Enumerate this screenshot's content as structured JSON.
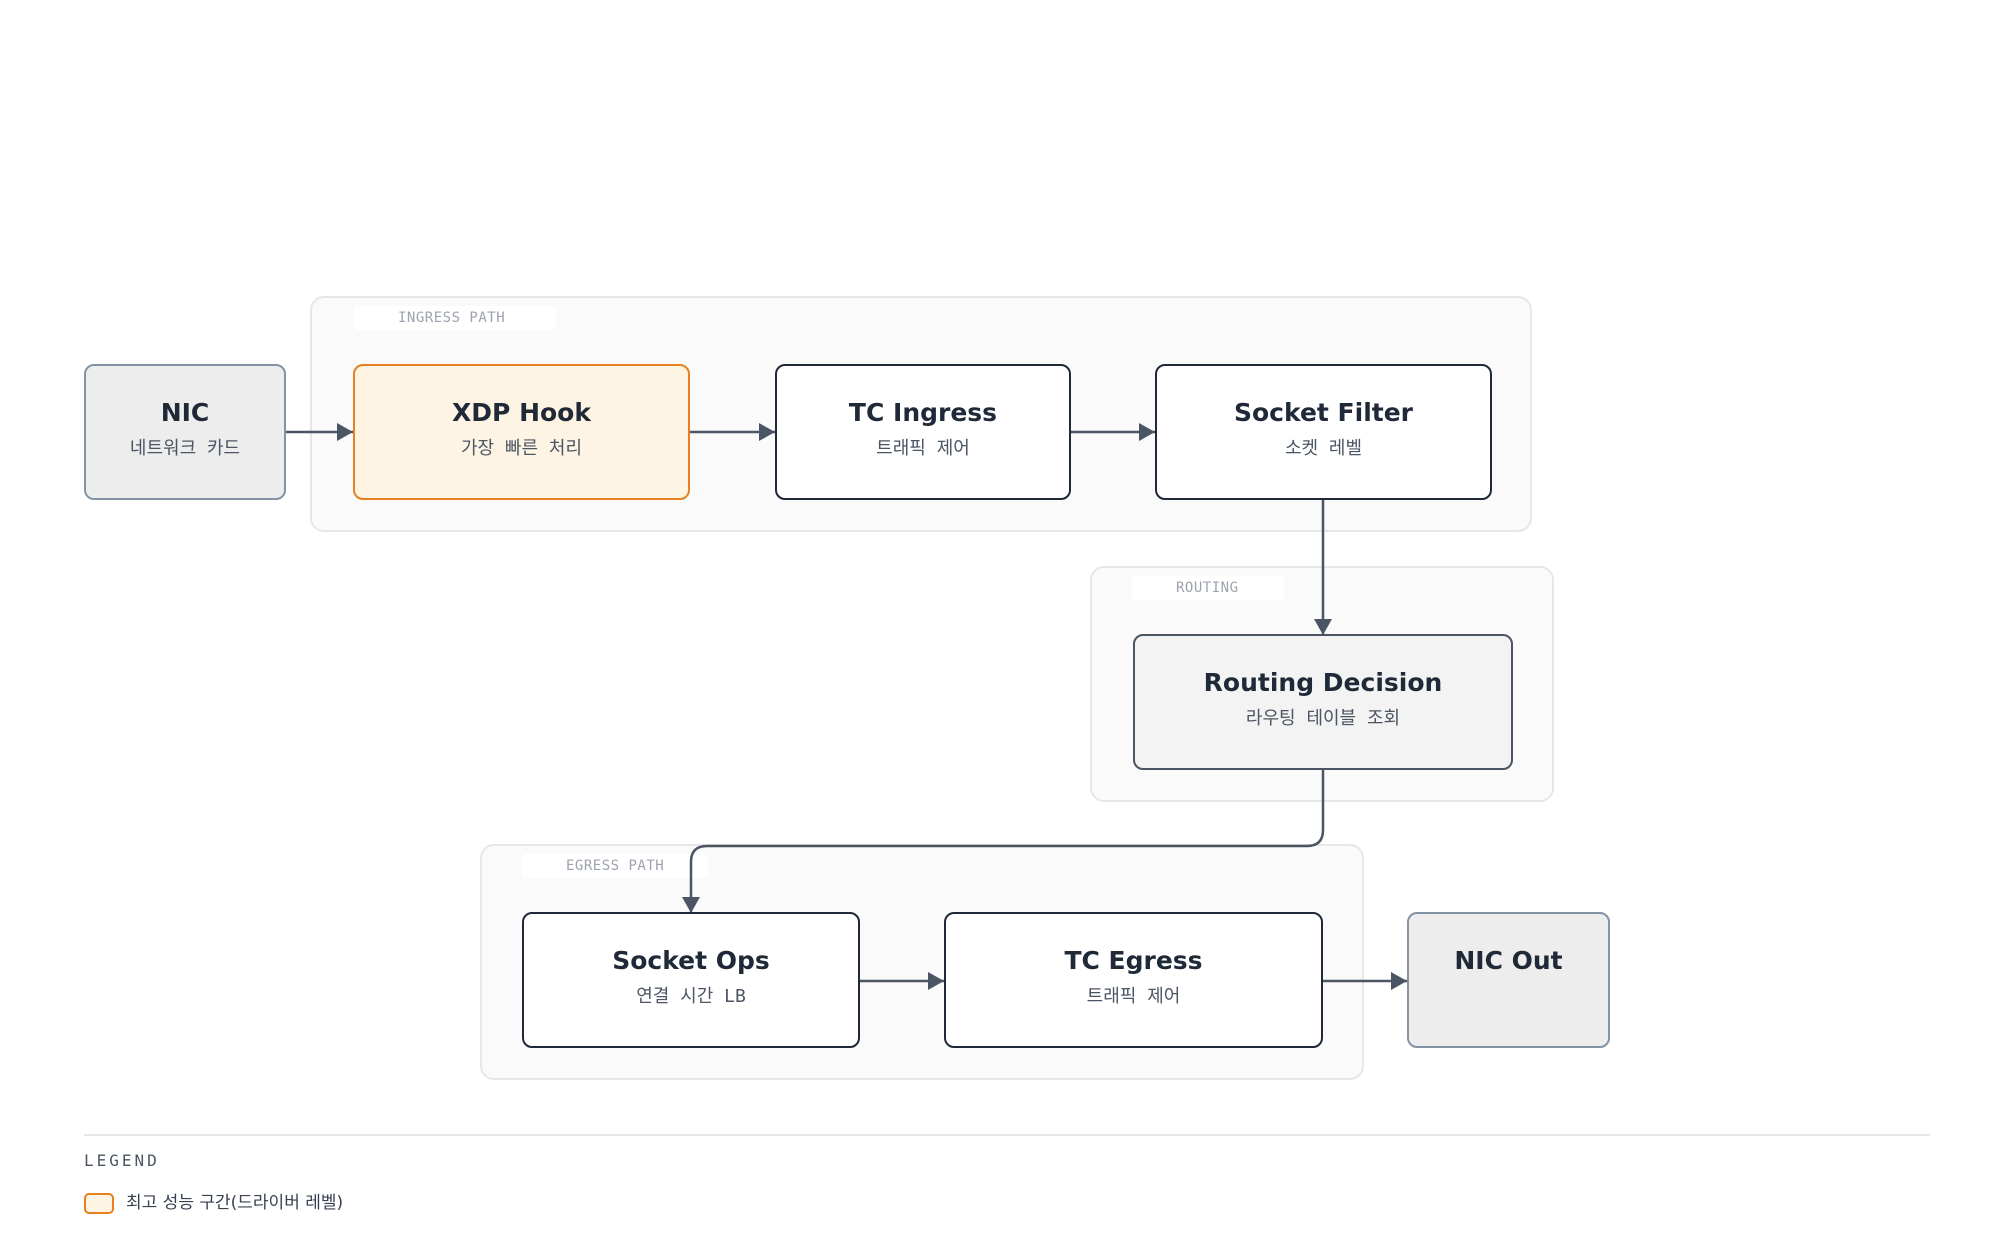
{
  "groups": {
    "ingress": {
      "label": "INGRESS PATH"
    },
    "routing": {
      "label": "ROUTING"
    },
    "egress": {
      "label": "EGRESS PATH"
    }
  },
  "nodes": {
    "nic": {
      "title": "NIC",
      "subtitle": "네트워크 카드"
    },
    "xdp_hook": {
      "title": "XDP Hook",
      "subtitle": "가장 빠른 처리"
    },
    "tc_ingress": {
      "title": "TC Ingress",
      "subtitle": "트래픽 제어"
    },
    "socket_filter": {
      "title": "Socket Filter",
      "subtitle": "소켓 레벨"
    },
    "routing_decision": {
      "title": "Routing Decision",
      "subtitle": "라우팅 테이블 조회"
    },
    "socket_ops": {
      "title": "Socket Ops",
      "subtitle": "연결 시간 LB"
    },
    "tc_egress": {
      "title": "TC Egress",
      "subtitle": "트래픽 제어"
    },
    "nic_out": {
      "title": "NIC Out",
      "subtitle": ""
    }
  },
  "edges": [
    {
      "from": "NIC",
      "to": "XDP Hook"
    },
    {
      "from": "XDP Hook",
      "to": "TC Ingress"
    },
    {
      "from": "TC Ingress",
      "to": "Socket Filter"
    },
    {
      "from": "Socket Filter",
      "to": "Routing Decision"
    },
    {
      "from": "Routing Decision",
      "to": "Socket Ops"
    },
    {
      "from": "Socket Ops",
      "to": "TC Egress"
    },
    {
      "from": "TC Egress",
      "to": "NIC Out"
    }
  ],
  "legend": {
    "title": "LEGEND",
    "items": [
      {
        "label": "최고 성능 구간(드라이버 레벨)",
        "color": "#e8801e",
        "fill": "#fef4e4"
      }
    ]
  },
  "colors": {
    "edge": "#4b5563",
    "hot_border": "#e8801e",
    "hot_fill": "#fef4e4",
    "io_border": "#8594a5",
    "io_fill": "#ededed",
    "node_border": "#1f2937"
  }
}
